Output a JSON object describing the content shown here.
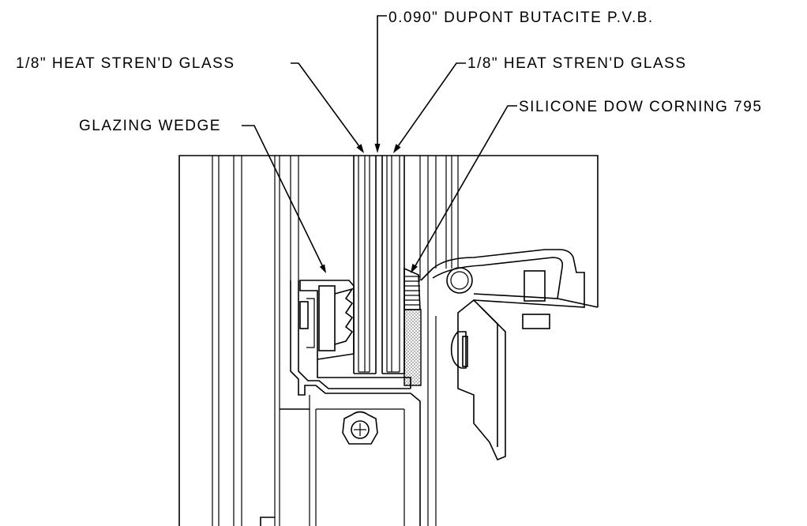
{
  "labels": {
    "pvb": "0.090\" DUPONT BUTACITE P.V.B.",
    "glass_left": "1/8\" HEAT STREN'D GLASS",
    "glass_right": "1/8\" HEAT STREN'D GLASS",
    "silicone": "SILICONE DOW CORNING 795",
    "wedge": "GLAZING WEDGE"
  },
  "colors": {
    "line": "#000000",
    "background": "#ffffff"
  }
}
